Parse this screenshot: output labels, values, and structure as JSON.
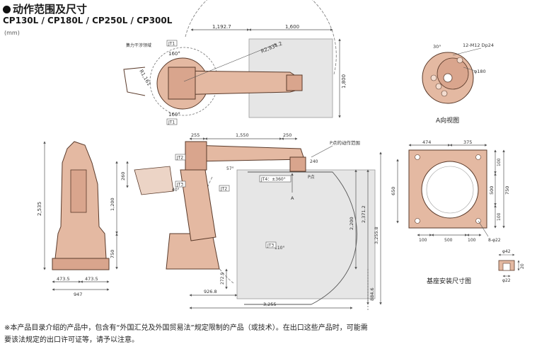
{
  "heading": {
    "title": "动作范围及尺寸",
    "models": "CP130L / CP180L / CP250L / CP300L",
    "unit": "(mm)"
  },
  "colors": {
    "robot_body": "#e4b9a2",
    "robot_outline": "#5a3a2a",
    "work_area": "#e6e6e6",
    "dim_line": "#555555"
  },
  "top_view": {
    "dims": [
      "1,192.7",
      "1,600",
      "R2,934.2",
      "1,800",
      "R1,161",
      "160°",
      "160°"
    ],
    "labels": [
      "JT1",
      "JT1",
      "集力干涉领域"
    ]
  },
  "side_view": {
    "dims": [
      "255",
      "1,550",
      "250",
      "260",
      "1,200",
      "750",
      "2,200",
      "2,371.2",
      "3,255.8",
      "272.9",
      "884.6",
      "926.8",
      "3,255",
      "240",
      "P点",
      "JT4：±360°",
      "110°",
      "40°",
      "57°",
      "A"
    ],
    "labels": [
      "JT2",
      "JT2",
      "JT3",
      "JT3",
      "P点的动作范围"
    ]
  },
  "front_view": {
    "dims": [
      "2,535",
      "473.5",
      "473.5",
      "947"
    ]
  },
  "a_view": {
    "caption": "A向视图",
    "dims": [
      "30°",
      "12-M12 Dp24",
      "φ180"
    ]
  },
  "base_view": {
    "caption": "基座安装尺寸图",
    "dims": [
      "474",
      "375",
      "100",
      "100",
      "650",
      "500",
      "750",
      "100",
      "500",
      "100",
      "8-φ22",
      "φ42",
      "φ22",
      "20"
    ]
  },
  "note": "※本产品目录介绍的产品中，包含有“外国汇兑及外国贸易法”规定限制的产品（或技术）。在出口这些产品时，可能需要该法规定的出口许可证等，请予以注意。"
}
